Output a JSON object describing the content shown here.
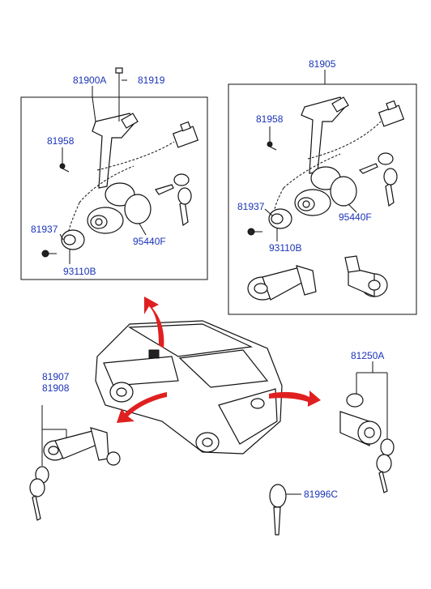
{
  "labels": {
    "assy_left": "81900A",
    "bolt_left": "81919",
    "screw_left": "81958",
    "ring_left": "81937",
    "housing_left": "93110B",
    "immobilizer_left": "95440F",
    "assy_right": "81905",
    "screw_right": "81958",
    "ring_right": "81937",
    "housing_right": "93110B",
    "immobilizer_right": "95440F",
    "door_lock_1": "81907",
    "door_lock_2": "81908",
    "tailgate_lock": "81250A",
    "blank_key": "81996C"
  },
  "colors": {
    "label": "#1a33b8",
    "arrow": "#e02020",
    "line": "#111111"
  }
}
